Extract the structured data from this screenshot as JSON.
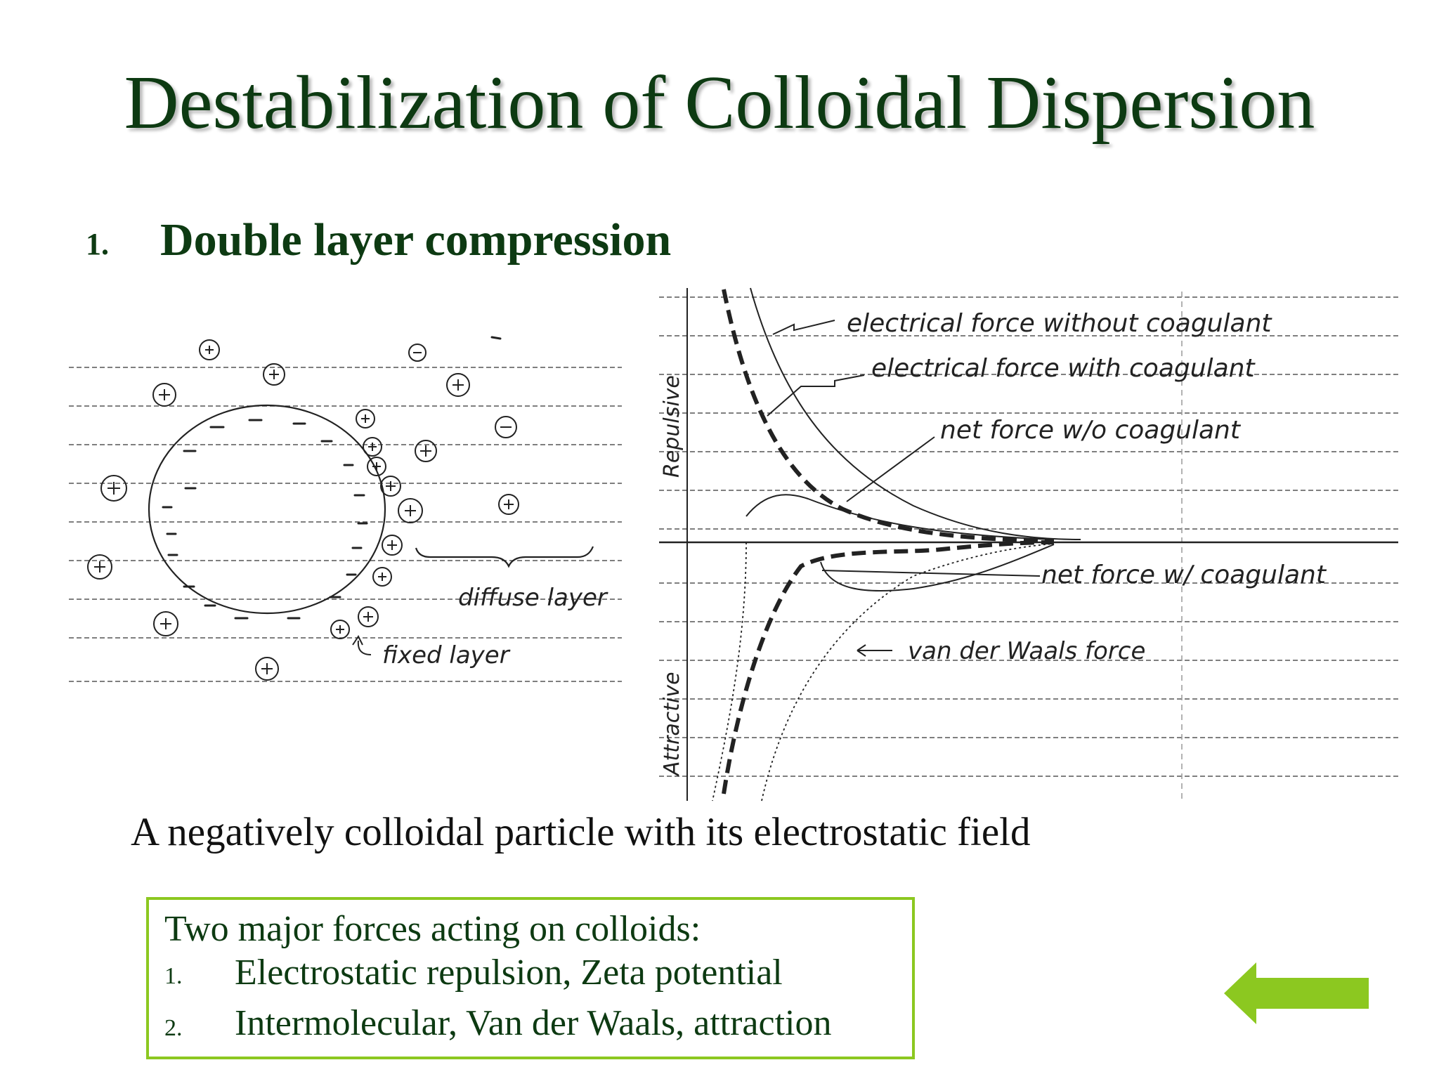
{
  "slide": {
    "title": "Destabilization of Colloidal Dispersion",
    "item_number": "1.",
    "item_text": "Double layer compression",
    "caption": "A negatively colloidal particle with its electrostatic field"
  },
  "particle_diagram": {
    "labels": {
      "diffuse_layer": "diffuse layer",
      "fixed_layer": "fixed layer"
    },
    "symbols": {
      "positive": "+",
      "negative": "−"
    }
  },
  "force_diagram": {
    "axis_labels": {
      "repulsive": "Repulsive",
      "attractive": "Attractive"
    },
    "curve_labels": {
      "electrical_without": "electrical force without coagulant",
      "electrical_with": "electrical force with coagulant",
      "net_without": "net force w/o coagulant",
      "net_with": "net force w/ coagulant",
      "van_der_waals": "van der Waals force"
    }
  },
  "forces_box": {
    "heading": "Two major forces acting on colloids:",
    "items": [
      {
        "number": "1.",
        "text": "Electrostatic repulsion, Zeta potential"
      },
      {
        "number": "2.",
        "text": "Intermolecular, Van der Waals, attraction"
      }
    ]
  },
  "navigation": {
    "back_icon": "back-arrow-icon",
    "accent_color": "#8cc820"
  },
  "colors": {
    "title": "#0d3a12",
    "box_border": "#8cc820"
  }
}
